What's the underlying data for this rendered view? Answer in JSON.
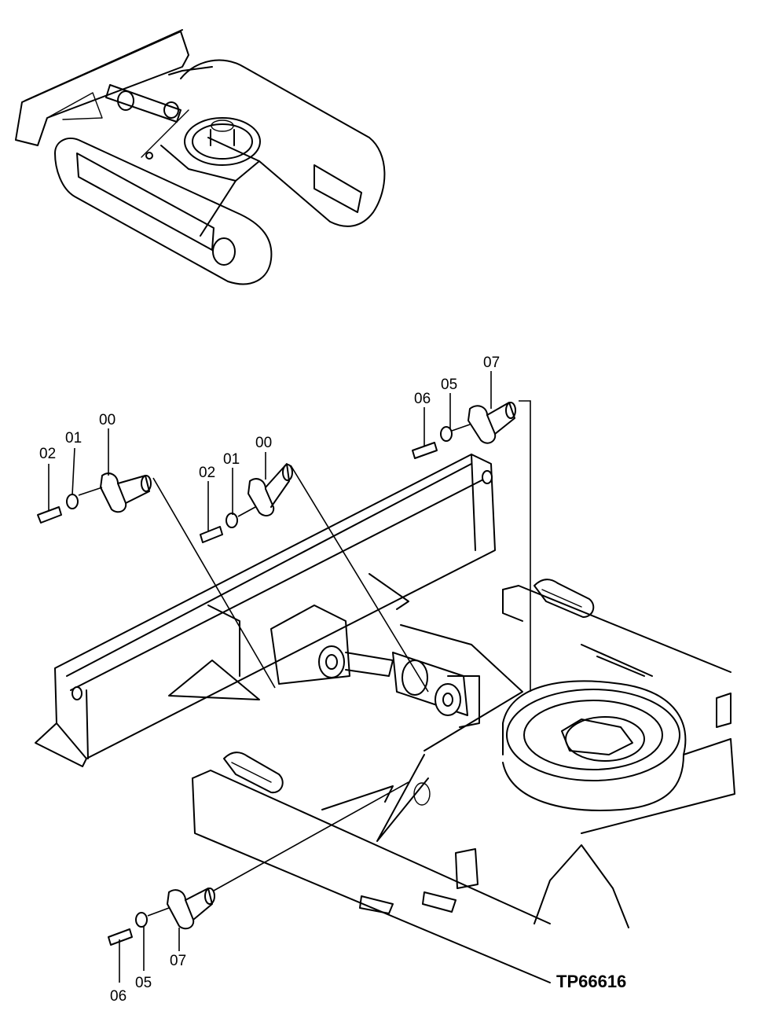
{
  "drawing_code": "TP66616",
  "callouts": {
    "left_group": {
      "pin": "00",
      "washer": "01",
      "bolt": "02"
    },
    "center_group": {
      "pin": "00",
      "washer": "01",
      "bolt": "02"
    },
    "upper_right_group": {
      "bolt": "06",
      "washer": "05",
      "pin": "07"
    },
    "lower_left_group": {
      "bolt": "06",
      "washer": "05",
      "pin": "07"
    }
  },
  "icons": {
    "overview": "excavator-undercarriage-overview-icon",
    "assembly": "blade-cylinder-mounting-icon"
  }
}
